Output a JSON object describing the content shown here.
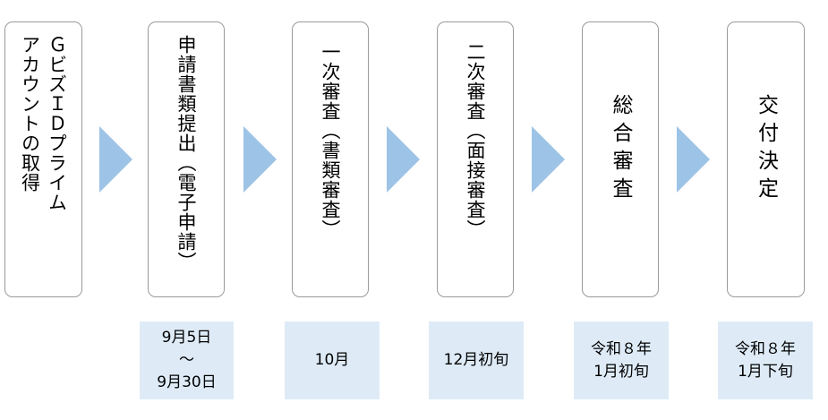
{
  "steps": [
    {
      "lines": [
        "ＧビズＩＤプライム",
        "アカウントの取得"
      ]
    },
    {
      "lines": [
        "申請書類提出（電子申請）"
      ]
    },
    {
      "lines": [
        "一次審査（書類審査）"
      ]
    },
    {
      "lines": [
        "二次審査（面接審査）"
      ]
    },
    {
      "lines": [
        "総合審査"
      ]
    },
    {
      "lines": [
        "交付決定"
      ]
    }
  ],
  "dates": [
    {
      "lines": [
        "9月5日",
        "～",
        "9月30日"
      ]
    },
    {
      "lines": [
        "10月"
      ]
    },
    {
      "lines": [
        "12月初旬"
      ]
    },
    {
      "lines": [
        "令和８年",
        "1月初旬"
      ]
    },
    {
      "lines": [
        "令和８年",
        "1月下旬"
      ]
    }
  ],
  "colors": {
    "arrow": "#9dc3e6",
    "date_bg": "#deebf7",
    "box_border": "#9a9a9a"
  }
}
